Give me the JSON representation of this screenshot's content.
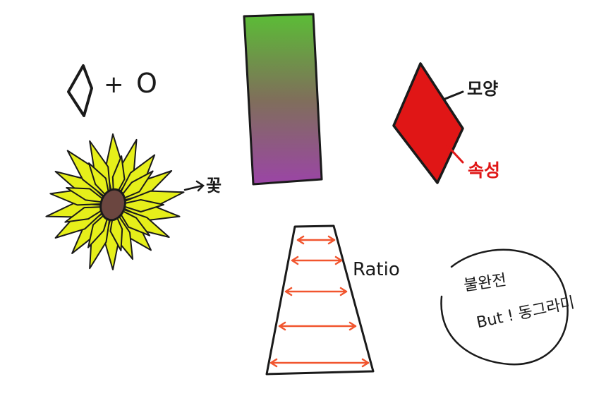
{
  "plus_symbol": "+",
  "circle_symbol": "O",
  "flower_label": "꽃",
  "shape_label": "모양",
  "attribute_label": "속성",
  "ratio_label": "Ratio",
  "incomplete_label": "불완전",
  "but_label": "But ! 동그라미",
  "colors": {
    "ink": "#1a1a1a",
    "petal": "#e6ef1a",
    "center": "#6b4640",
    "gradient_top": "#5bbd36",
    "gradient_mid": "#7f6f5a",
    "gradient_bottom": "#9b45a6",
    "diamond_fill": "#e01616",
    "attr_red": "#e01616",
    "ratio_arrow": "#f1552e"
  }
}
